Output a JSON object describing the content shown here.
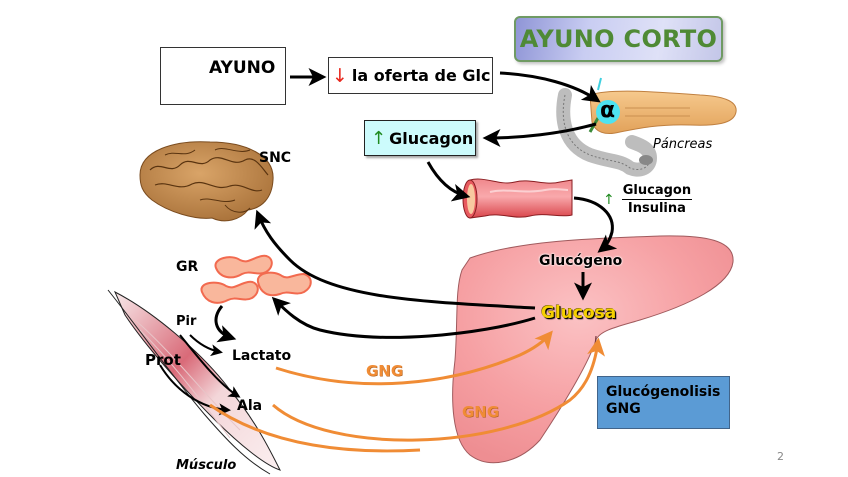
{
  "title": "AYUNO CORTO",
  "ayuno_box": {
    "label": "AYUNO",
    "icons": [
      "glass-icon",
      "plate-icon"
    ]
  },
  "oferta_box": {
    "arrow": "↓",
    "text": "la oferta de Glc"
  },
  "glucagon_box": {
    "arrow": "↑",
    "text": "Glucagon"
  },
  "pancreas": {
    "cell_symbol": "α",
    "label": "Páncreas"
  },
  "ratio": {
    "arrow": "↑",
    "numerator": "Glucagon",
    "denominator": "Insulina"
  },
  "organs": {
    "brain_label": "SNC",
    "red_cells_label": "GR",
    "muscle_label": "Músculo"
  },
  "metabolites": {
    "pir": "Pir",
    "prot": "Prot",
    "lactato": "Lactato",
    "ala": "Ala",
    "glucogeno": "Glucógeno",
    "glucosa": "Glucosa"
  },
  "pathways": {
    "gng_1": "GNG",
    "gng_2": "GNG"
  },
  "info_box": {
    "line1": "Glucógenolisis",
    "line2": "GNG"
  },
  "page_number": "2",
  "colors": {
    "title_text": "#4f8a35",
    "down_arrow": "#e8281e",
    "up_arrow": "#1f8a1f",
    "glucagon_box_bg": "#ccfbfc",
    "glucosa_text": "#f5d000",
    "gng_arrow": "#f08c35",
    "liver": "#f7a3a6",
    "info_box_bg": "#5b9bd5",
    "alpha_cell": "#4ee3f0"
  }
}
